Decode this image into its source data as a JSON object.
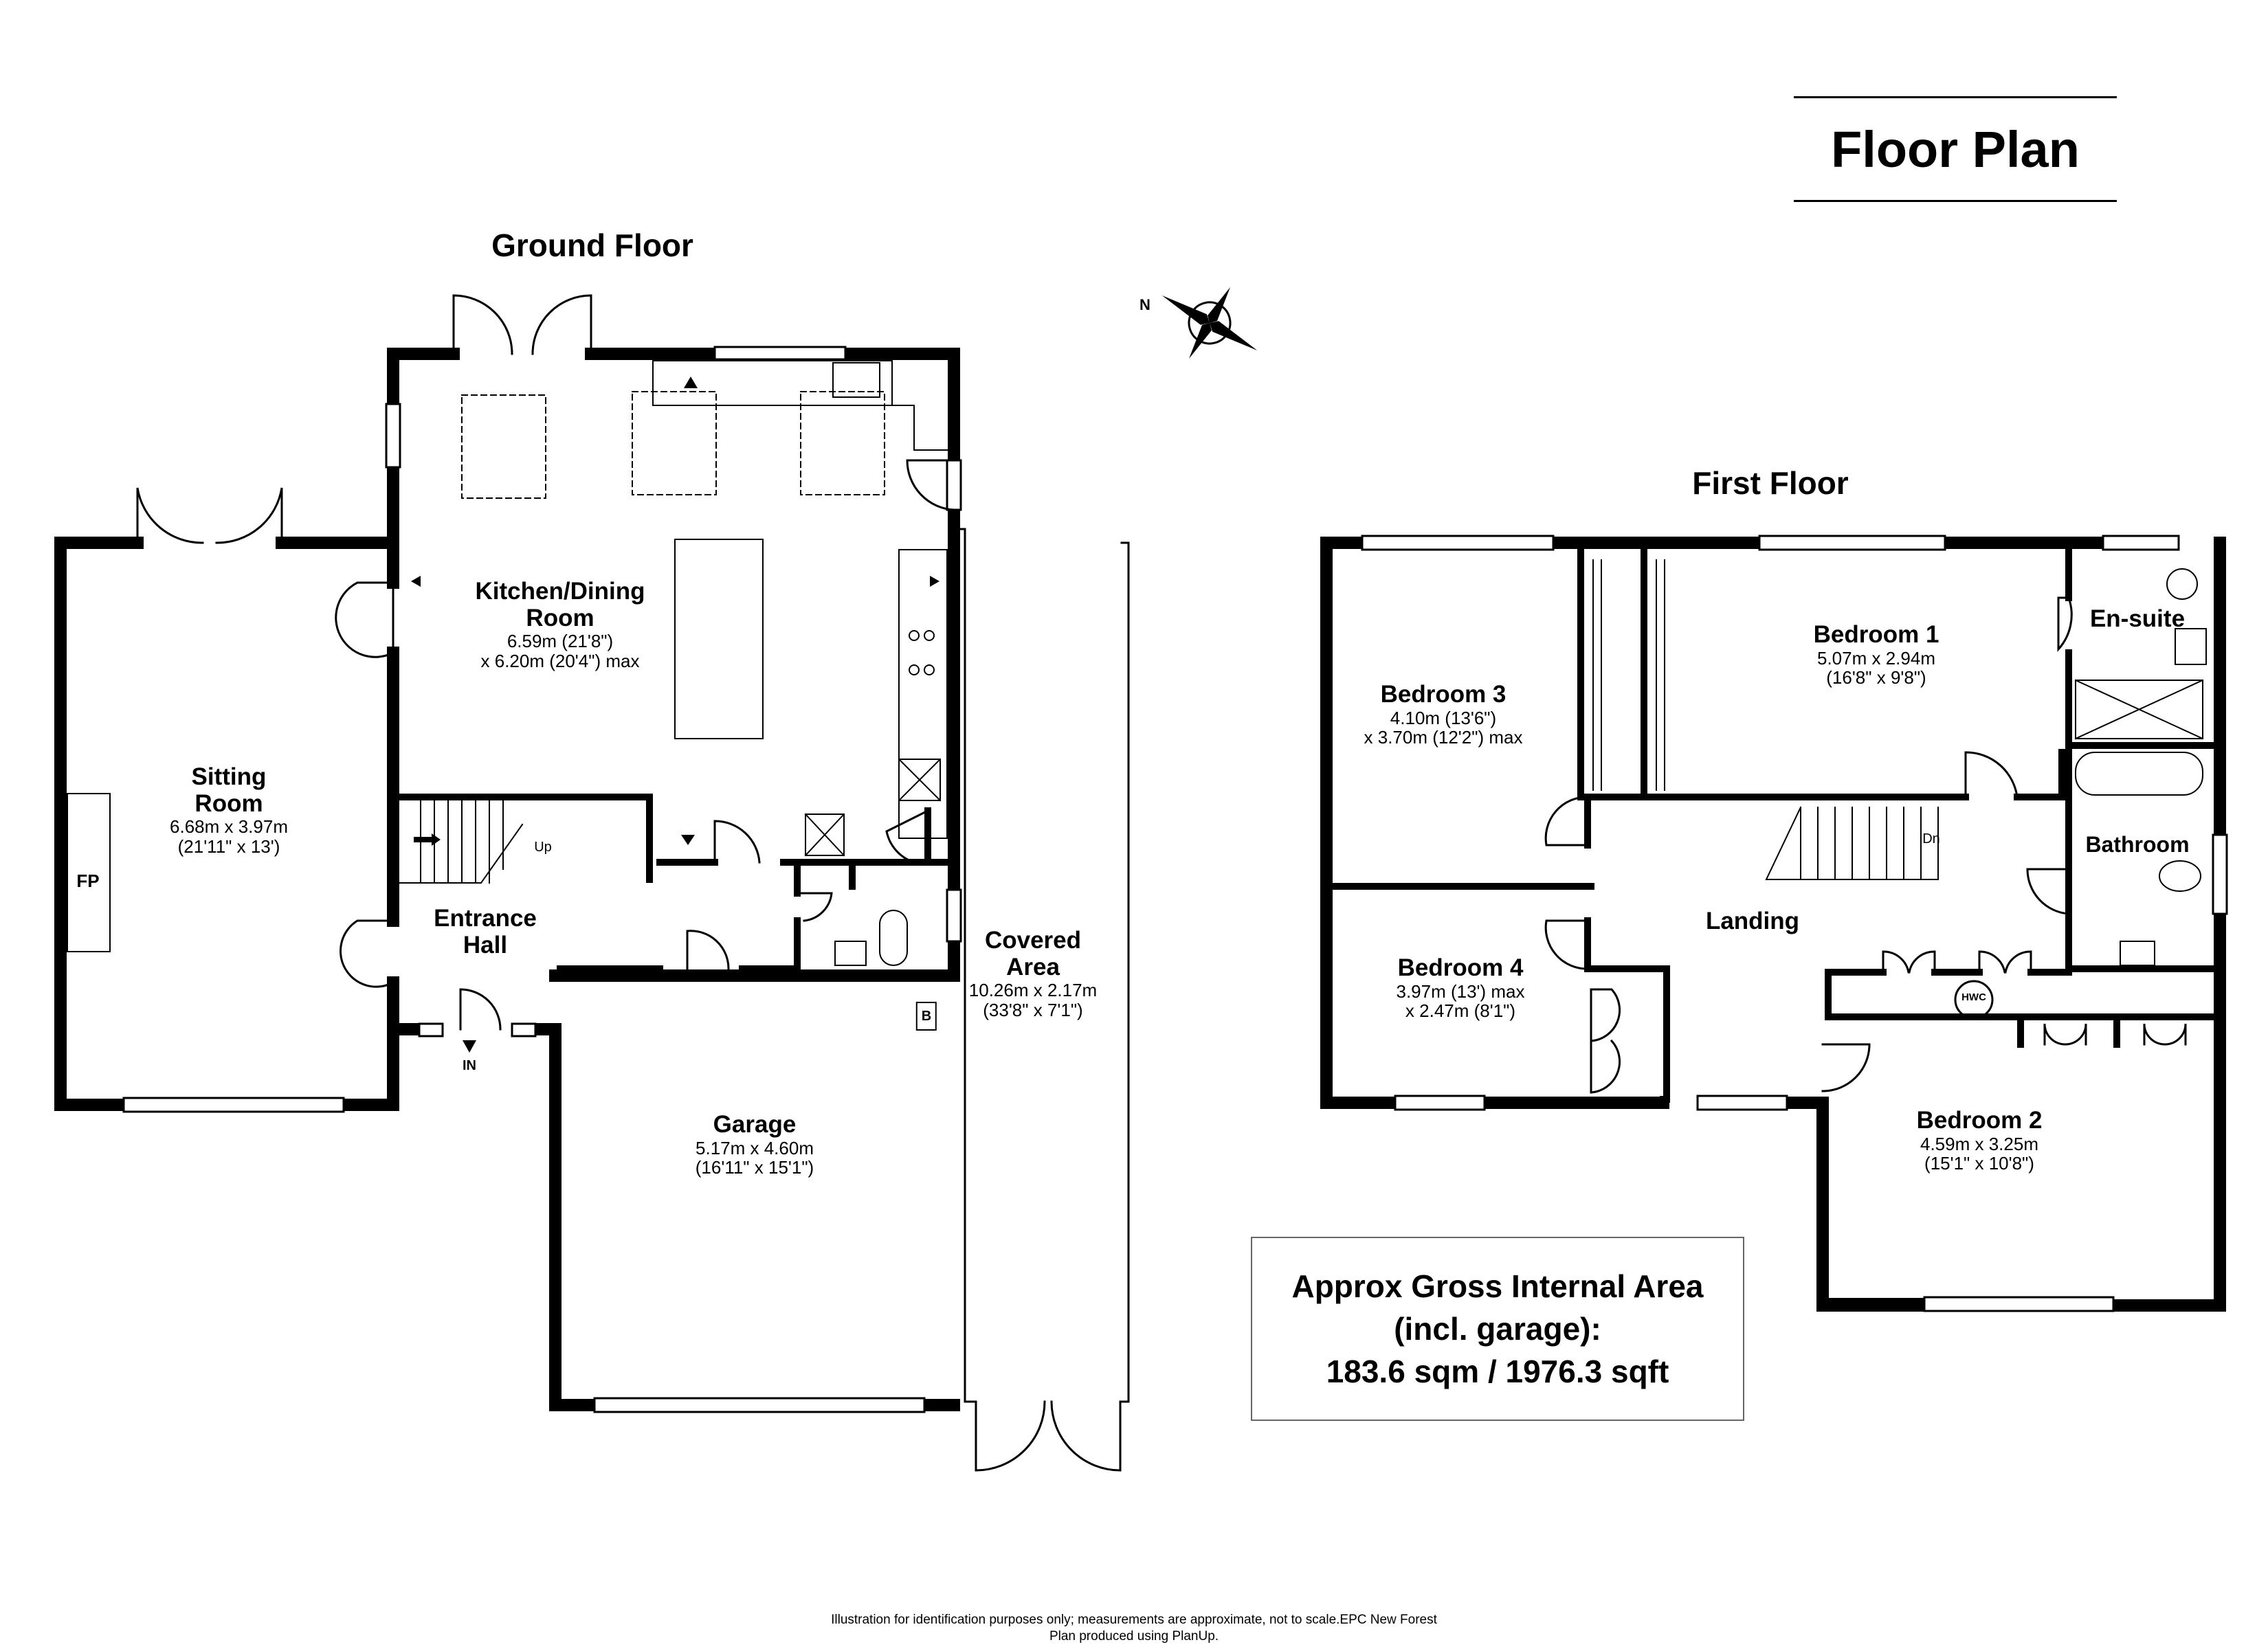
{
  "title": "Floor Plan",
  "ground_floor": {
    "label": "Ground Floor",
    "rooms": {
      "kitchen": {
        "name": "Kitchen/Dining\nRoom",
        "dim1": "6.59m (21'8\")",
        "dim2": "x 6.20m (20'4\") max"
      },
      "sitting": {
        "name": "Sitting\nRoom",
        "dim1": "6.68m x 3.97m",
        "dim2": "(21'11\" x 13')"
      },
      "entrance": {
        "name": "Entrance\nHall"
      },
      "covered": {
        "name": "Covered\nArea",
        "dim1": "10.26m x 2.17m",
        "dim2": "(33'8\" x 7'1\")"
      },
      "garage": {
        "name": "Garage",
        "dim1": "5.17m x 4.60m",
        "dim2": "(16'11\" x 15'1\")"
      }
    },
    "markers": {
      "fireplace": "FP",
      "up": "Up",
      "in": "IN",
      "boiler": "B"
    }
  },
  "first_floor": {
    "label": "First Floor",
    "rooms": {
      "bed1": {
        "name": "Bedroom 1",
        "dim1": "5.07m x 2.94m",
        "dim2": "(16'8\" x 9'8\")"
      },
      "bed3": {
        "name": "Bedroom 3",
        "dim1": "4.10m (13'6\")",
        "dim2": "x 3.70m (12'2\") max"
      },
      "ensuite": {
        "name": "En-suite"
      },
      "bathroom": {
        "name": "Bathroom"
      },
      "landing": {
        "name": "Landing"
      },
      "bed4": {
        "name": "Bedroom 4",
        "dim1": "3.97m (13') max",
        "dim2": "x 2.47m (8'1\")"
      },
      "bed2": {
        "name": "Bedroom 2",
        "dim1": "4.59m x 3.25m",
        "dim2": "(15'1\" x 10'8\")"
      }
    },
    "markers": {
      "down": "Dn",
      "hwc": "HWC"
    }
  },
  "compass": {
    "label": "N"
  },
  "area": {
    "line1": "Approx Gross Internal Area",
    "line2": "(incl. garage):",
    "line3": "183.6 sqm / 1976.3 sqft"
  },
  "footer": {
    "line1": "Illustration for identification purposes only; measurements are approximate, not to scale.EPC New Forest",
    "line2": "Plan produced using PlanUp."
  }
}
